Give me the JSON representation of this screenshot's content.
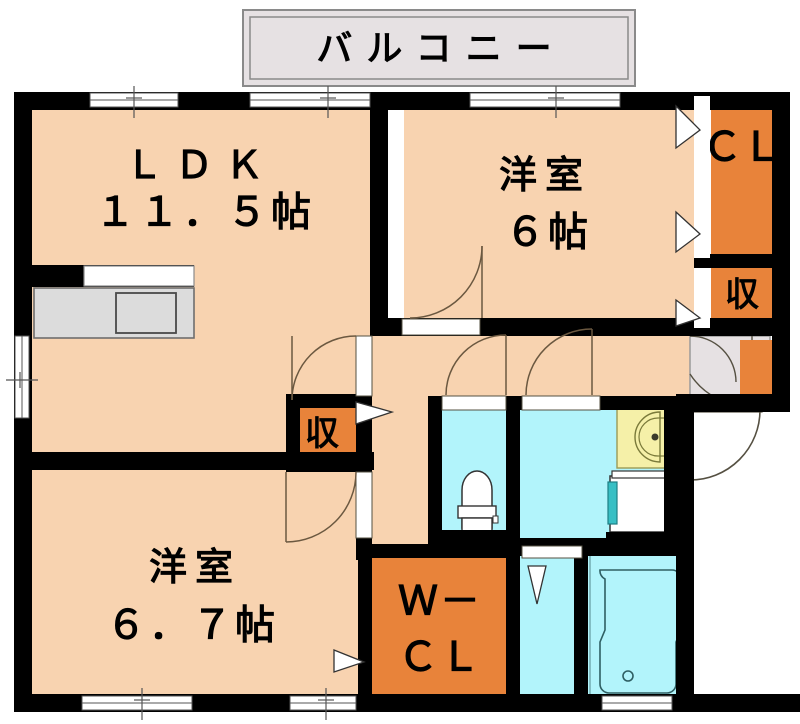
{
  "plan": {
    "title": "間取図",
    "colors": {
      "wall": "#000000",
      "room_fill": "#F8D3B0",
      "closet_fill": "#E8833A",
      "water_fill": "#B2F4FB",
      "balcony_fill": "#E6E1E3",
      "entrance_fill": "#E6E1E3",
      "kitchen_counter": "#DCDCDC",
      "washbasin": "#F5F0A8",
      "washer_accent": "#38BFC4",
      "door_swing": "#6B5840",
      "white": "#FFFFFF"
    },
    "rooms": [
      {
        "id": "balcony",
        "name": "バルコニー",
        "area": ""
      },
      {
        "id": "ldk",
        "name": "ＬＤＫ",
        "area": "１１．５帖"
      },
      {
        "id": "washitsu",
        "name": "洋室",
        "area": "６帖"
      },
      {
        "id": "bedroom2",
        "name": "洋室",
        "area": "６．７帖"
      },
      {
        "id": "cl",
        "name": "ＣＬ",
        "area": ""
      },
      {
        "id": "closet1",
        "name": "収",
        "area": ""
      },
      {
        "id": "closet2",
        "name": "収",
        "area": ""
      },
      {
        "id": "wcl",
        "name": "Ｗ－ＣＬ",
        "area": ""
      }
    ],
    "labels": {
      "balcony": "バルコニー",
      "ldk_name": "ＬＤＫ",
      "ldk_area": "１１．５帖",
      "washitsu_name": "洋室",
      "washitsu_area": "６帖",
      "bedroom2_name": "洋室",
      "bedroom2_area": "６．７帖",
      "cl": "ＣＬ",
      "closet_top": "収",
      "closet_mid": "収",
      "wcl_line1": "Ｗ－",
      "wcl_line2": "ＣＬ"
    },
    "fixtures": [
      {
        "id": "kitchen-counter",
        "name": "kitchen-counter"
      },
      {
        "id": "toilet",
        "name": "toilet"
      },
      {
        "id": "washbasin",
        "name": "washbasin-vanity"
      },
      {
        "id": "washing-machine",
        "name": "washing-machine-pan"
      },
      {
        "id": "bathtub",
        "name": "bathtub"
      },
      {
        "id": "entrance",
        "name": "entrance-genkan"
      }
    ]
  }
}
